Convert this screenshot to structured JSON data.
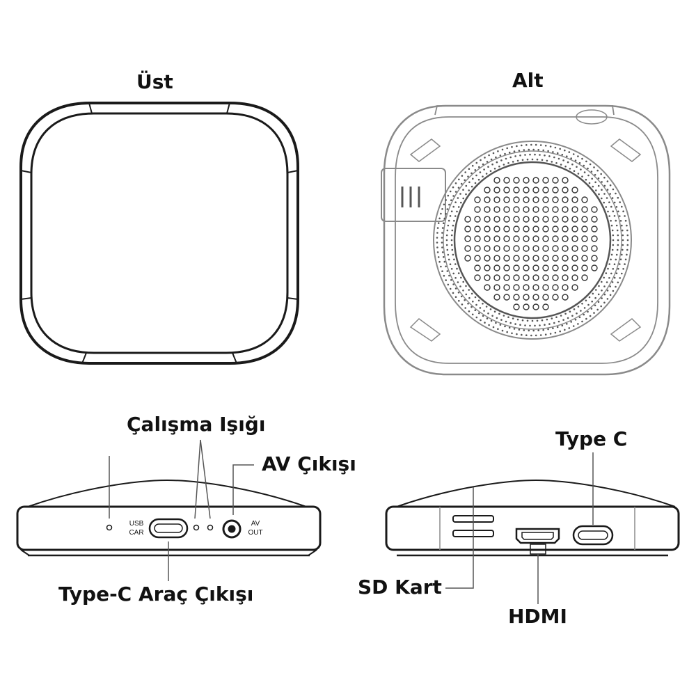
{
  "views": {
    "top_label": "Üst",
    "bottom_label": "Alt"
  },
  "front_view": {
    "work_light": "Çalışma Işığı",
    "av_out": "AV Çıkışı",
    "typec_car": "Type-C Araç Çıkışı",
    "usb_line1": "USB",
    "usb_line2": "CAR",
    "av_line1": "AV",
    "av_line2": "OUT"
  },
  "back_view": {
    "type_c": "Type C",
    "sd_card": "SD Kart",
    "hdmi": "HDMI"
  },
  "colors": {
    "line": "#1a1a1a",
    "light_line": "#8a8a8a"
  }
}
